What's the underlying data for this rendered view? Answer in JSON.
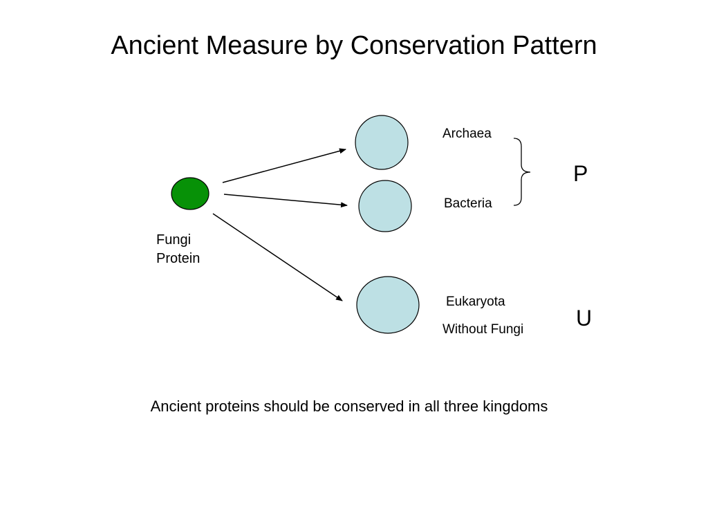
{
  "title": "Ancient Measure by Conservation Pattern",
  "source_node": {
    "label_line1": "Fungi",
    "label_line2": "Protein"
  },
  "targets": {
    "archaea": "Archaea",
    "bacteria": "Bacteria",
    "eukaryota_line1": "Eukaryota",
    "eukaryota_line2": "Without Fungi"
  },
  "group_labels": {
    "prokaryote_group": "P",
    "eukaryote_group": "U"
  },
  "caption": "Ancient proteins should be conserved in all three kingdoms",
  "colors": {
    "source_fill": "#079107",
    "target_fill": "#bde0e4",
    "stroke": "#000000"
  }
}
